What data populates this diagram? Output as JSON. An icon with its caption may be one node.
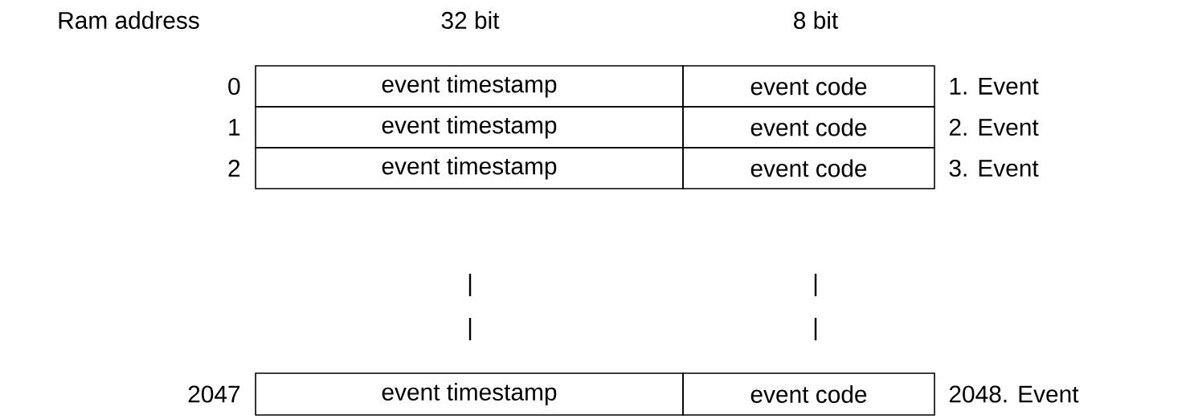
{
  "diagram": {
    "labels": [
      "Ram address",
      "32 bit",
      "8 bit",
      "0",
      "event timestamp",
      "event code",
      "1. Event",
      "1",
      "event timestamp",
      "event code",
      "2. Event",
      "2",
      "event timestamp",
      "event code",
      "3. Event",
      "|",
      "|",
      "|",
      "|",
      "2047",
      "event timestamp",
      "event code",
      "2048. Event"
    ]
  }
}
